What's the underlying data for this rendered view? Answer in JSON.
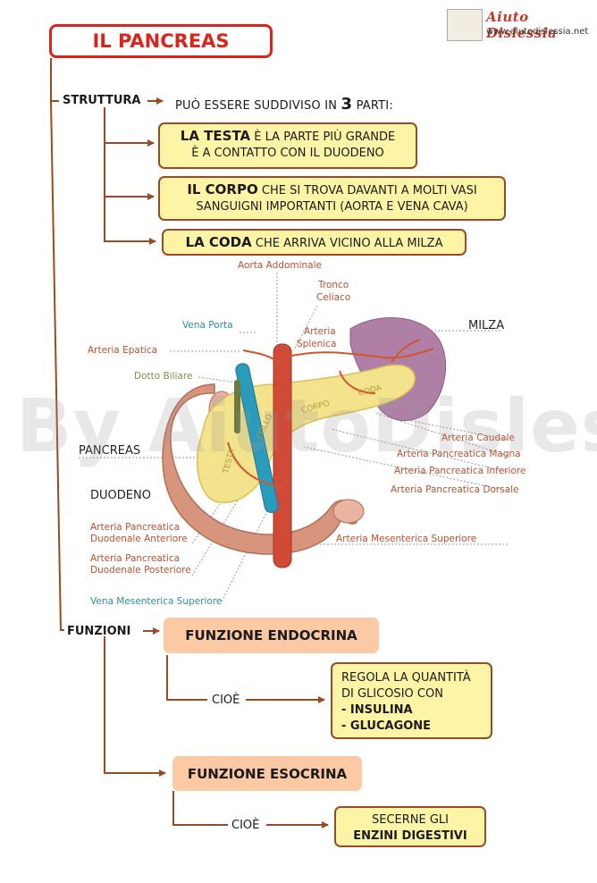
{
  "title": "IL PANCREAS",
  "logo": {
    "name": "Aiuto Dislessia",
    "url": "www.aiutodislessia.net"
  },
  "struttura": {
    "label": "STRUTTURA",
    "intro_before": "PUÒ ESSERE SUDDIVISO IN",
    "intro_number": "3",
    "intro_after": "PARTI:",
    "parts": [
      {
        "title": "LA TESTA",
        "line1": "È LA PARTE PIÙ GRANDE",
        "line2": "È A CONTATTO CON IL DUODENO"
      },
      {
        "title": "IL CORPO",
        "line1": "CHE SI TROVA DAVANTI A MOLTI VASI",
        "line2": "SANGUIGNI IMPORTANTI  (AORTA E VENA CAVA)"
      },
      {
        "title": "LA CODA",
        "line1": "CHE ARRIVA VICINO ALLA MILZA"
      }
    ]
  },
  "diagram": {
    "labels": {
      "aorta": "Aorta Addominale",
      "tronco_1": "Tronco",
      "tronco_2": "Celiaco",
      "splenica_1": "Arteria",
      "splenica_2": "Splenica",
      "vena_porta": "Vena Porta",
      "epatica": "Arteria Epatica",
      "dotto": "Dotto Biliare",
      "milza": "MILZA",
      "pancreas": "PANCREAS",
      "duodeno": "DUODENO",
      "caudale": "Arteria Caudale",
      "magna": "Arteria Pancreatica Magna",
      "inferiore": "Arteria Pancreatica Inferiore",
      "dorsale": "Arteria Pancreatica Dorsale",
      "mesenterica_sup": "Arteria Mesenterica Superiore",
      "duod_ant_1": "Arteria Pancreatica",
      "duod_ant_2": "Duodenale Anteriore",
      "duod_post_1": "Arteria Pancreatica",
      "duod_post_2": "Duodenale Posteriore",
      "vena_mes": "Vena Mesenterica Superiore",
      "organ_testa": "TESTA",
      "organ_collo": "COLLO",
      "organ_corpo": "CORPO",
      "organ_coda": "CODA"
    }
  },
  "watermark": "By AiutoDislessia.net",
  "funzioni": {
    "label": "FUNZIONI",
    "endocrina": {
      "title": "FUNZIONE ENDOCRINA",
      "cioe": "CIOÈ",
      "detail_line1": "REGOLA LA QUANTITÀ",
      "detail_line2": "DI GLICOSIO CON",
      "detail_item1": "- INSULINA",
      "detail_item2": "- GLUCAGONE"
    },
    "esocrina": {
      "title": "FUNZIONE ESOCRINA",
      "cioe": "CIOÈ",
      "detail_line1": "SECERNE GLI",
      "detail_line2": "ENZINI DIGESTIVI"
    }
  },
  "colors": {
    "title_red": "#d9261c",
    "connector": "#9a4a25",
    "yellow_box": "#fdf5a5",
    "orange_box": "#fbc9a4"
  }
}
